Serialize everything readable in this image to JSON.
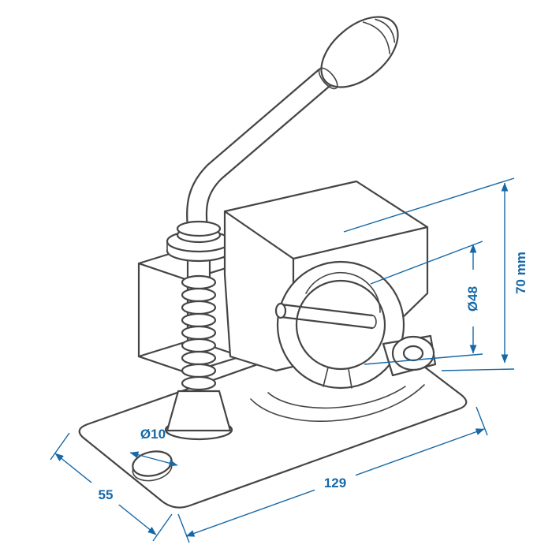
{
  "colors": {
    "background": "#ffffff",
    "line": "#454545",
    "dimension": "#1668a6"
  },
  "diagram": {
    "labels": {
      "height": "70 mm",
      "clamp_diameter": "Ø48",
      "hole_diameter": "Ø10",
      "base_length": "129",
      "base_width": "55"
    }
  }
}
